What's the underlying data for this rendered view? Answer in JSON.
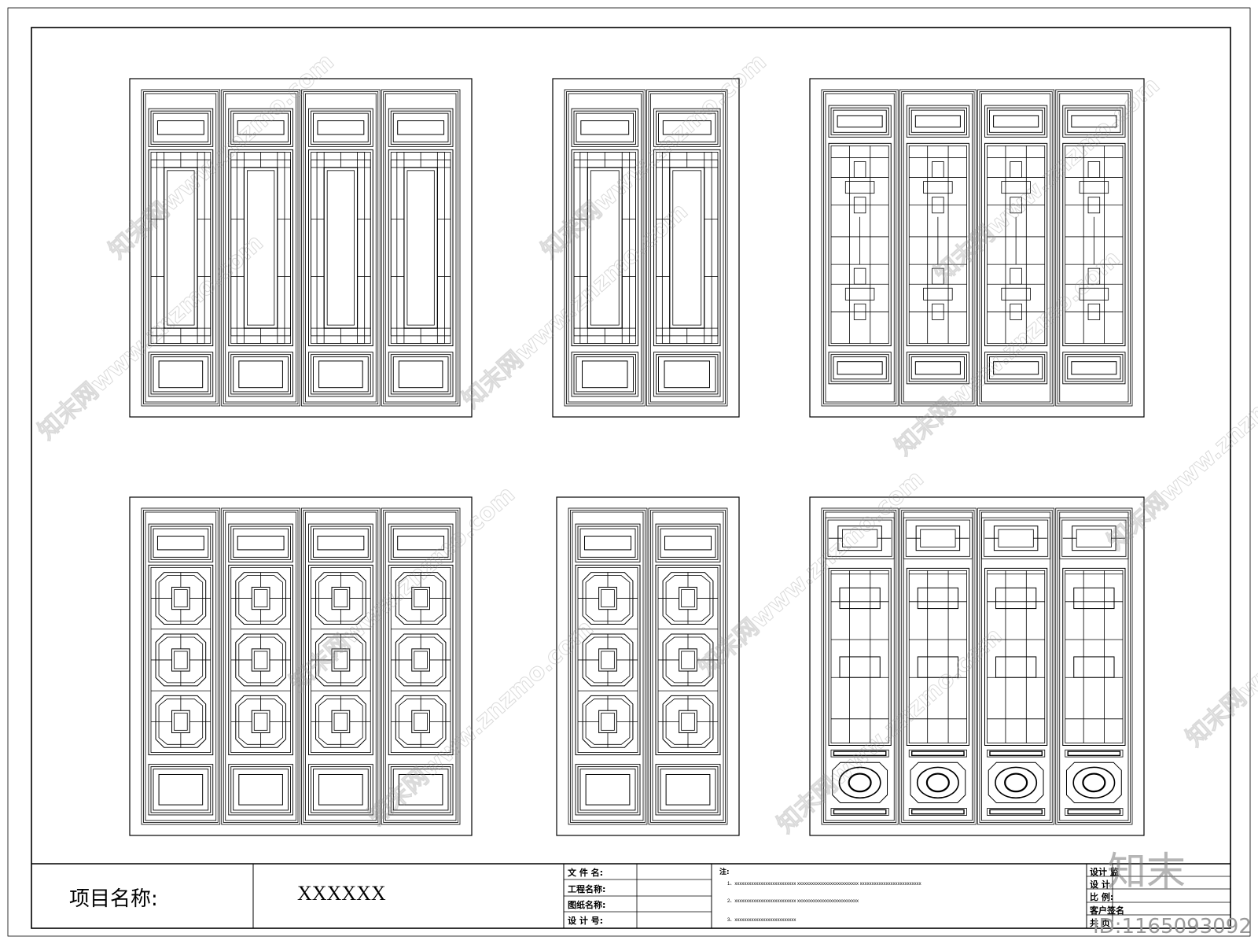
{
  "title_block": {
    "project_label": "项目名称:",
    "project_value": "XXXXXX",
    "fields": [
      "文 件 名:",
      "工程名称:",
      "图纸名称:",
      "设 计 号:"
    ],
    "note_label": "注:",
    "notes": [
      "1、xxxxxxxxxxxxxxxxxxxxxxxxxx      xxxxxxxxxxxxxxxxxxxxxxxxxx      xxxxxxxxxxxxxxxxxxxxxxxxxx",
      "2、xxxxxxxxxxxxxxxxxxxxxxxxxx      xxxxxxxxxxxxxxxxxxxxxxxxxx",
      "3、xxxxxxxxxxxxxxxxxxxxxxxxxx"
    ],
    "right_fields": [
      "设计 监",
      "设 计",
      "比  例:",
      "客户签名",
      "共  页"
    ]
  },
  "watermark": {
    "text": "知末网www.znzmo.com",
    "logo": "知末",
    "id_text": "ID:1165093092"
  },
  "panels": [
    {
      "style": "cross",
      "leaves": 4
    },
    {
      "style": "cross",
      "leaves": 2
    },
    {
      "style": "lattice",
      "leaves": 4
    },
    {
      "style": "octagon",
      "leaves": 4
    },
    {
      "style": "octagon",
      "leaves": 2
    },
    {
      "style": "carved",
      "leaves": 4
    }
  ]
}
